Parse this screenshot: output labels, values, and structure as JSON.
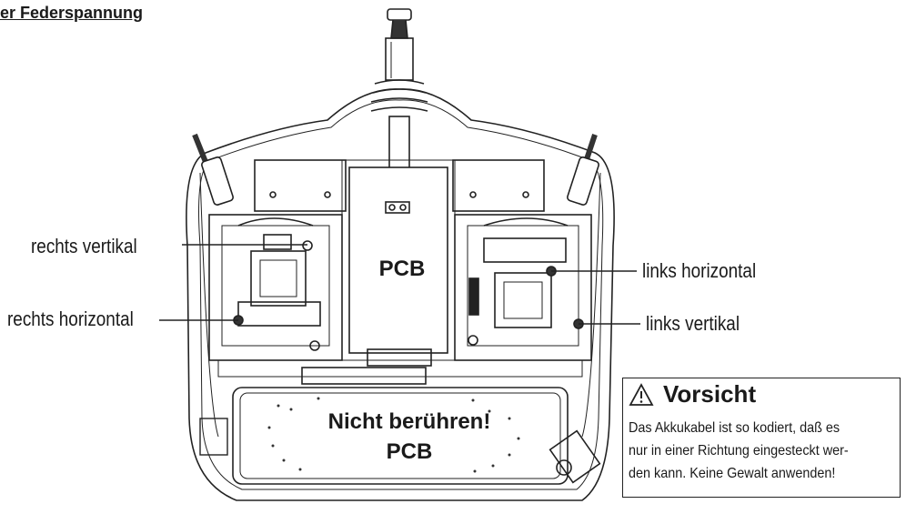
{
  "heading": "er Federspannung",
  "labels": {
    "right_vertical": "rechts vertikal",
    "right_horizontal": "rechts horizontal",
    "left_horizontal": "links horizontal",
    "left_vertical": "links vertikal"
  },
  "pcb": {
    "center": "PCB",
    "battery_line1": "Nicht berühren!",
    "battery_line2": "PCB"
  },
  "caution": {
    "icon": "warning-triangle-icon",
    "title": "Vorsicht",
    "lines": [
      "Das Akkukabel ist so kodiert, daß es",
      "nur in einer Richtung eingesteckt wer-",
      "den kann. Keine Gewalt anwenden!"
    ]
  }
}
